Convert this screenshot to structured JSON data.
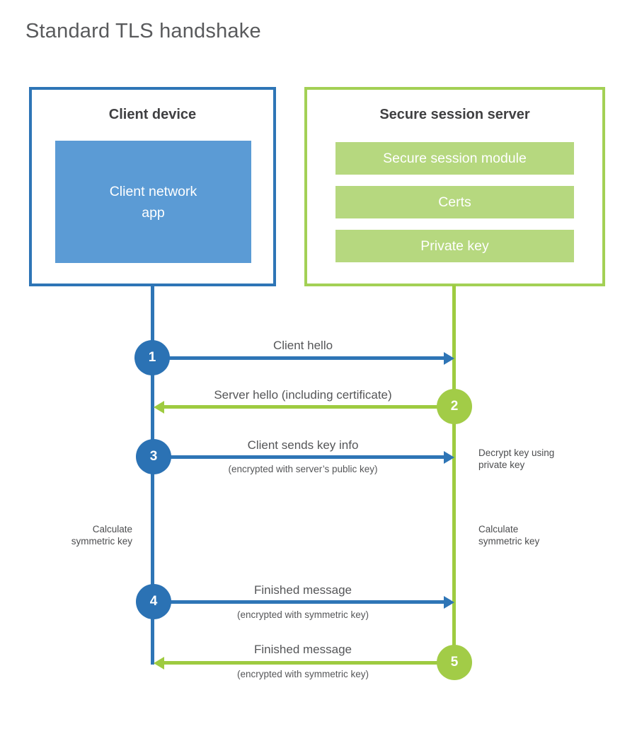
{
  "title": "Standard TLS handshake",
  "colors": {
    "blue": "#2e75b6",
    "blue_fill": "#5b9bd5",
    "green": "#9ecb40",
    "green_circle": "#a2cc47",
    "green_fill": "#b6d87f"
  },
  "client": {
    "title": "Client device",
    "app_label": "Client network\napp"
  },
  "server": {
    "title": "Secure session server",
    "modules": [
      "Secure session module",
      "Certs",
      "Private key"
    ]
  },
  "steps": [
    {
      "num": "1",
      "label": "Client hello",
      "direction": "client-to-server"
    },
    {
      "num": "2",
      "label": "Server hello (including certificate)",
      "direction": "server-to-client"
    },
    {
      "num": "3",
      "label": "Client sends key info",
      "sub": "(encrypted with server’s public key)",
      "direction": "client-to-server"
    },
    {
      "num": "4",
      "label": "Finished message",
      "sub": "(encrypted with symmetric key)",
      "direction": "client-to-server"
    },
    {
      "num": "5",
      "label": "Finished message",
      "sub": "(encrypted with symmetric key)",
      "direction": "server-to-client"
    }
  ],
  "notes": {
    "decrypt": "Decrypt key using\nprivate key",
    "calc_left": "Calculate\nsymmetric key",
    "calc_right": "Calculate\nsymmetric key"
  }
}
